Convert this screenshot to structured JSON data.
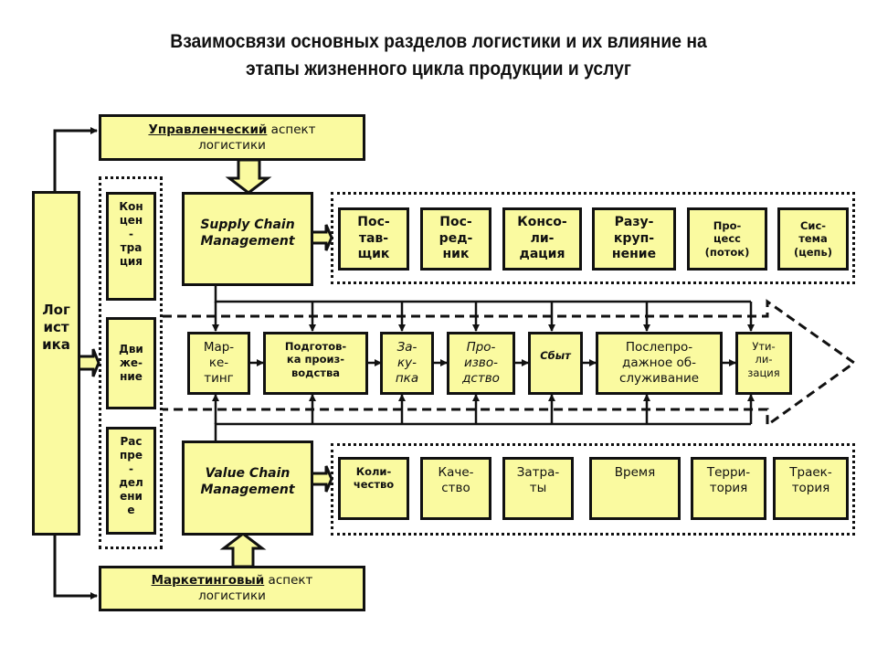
{
  "title": {
    "line1": "Взаимосвязи основных разделов логистики и их влияние на",
    "line2": "этапы жизненного цикла продукции и услуг"
  },
  "management_aspect": {
    "bold": "Управленческий",
    "rest": " аспект",
    "line2": "логистики"
  },
  "marketing_aspect": {
    "bold": "Маркетинговый",
    "rest": " аспект",
    "line2": "логистики"
  },
  "logistics": "Лог\nист\nика",
  "sections": [
    {
      "label": "Кон\nцен\n-\nтра\nция"
    },
    {
      "label": "Дви\nже-\nние"
    },
    {
      "label": "Рас\nпре\n-\nдел\nени\nе"
    }
  ],
  "supply_chain": "Supply Chain\nManagement",
  "value_chain": "Value Chain\nManagement",
  "supply_items": [
    "Пос-\nтав-\nщик",
    "Пос-\nред-\nник",
    "Консо-\nли-\nдация",
    "Разу-\nкруп-\nнение",
    "Про-\nцесс\n(поток)",
    "Сис-\nтема\n(цепь)"
  ],
  "value_items": [
    "Коли-\nчество",
    "Каче-\nство",
    "Затра-\nты",
    "Время",
    "Терри-\nтория",
    "Траек-\nтория"
  ],
  "lifecycle": [
    "Мар-\nке-\nтинг",
    "Подготов-\nка произ-\nводства",
    "За-\nку-\nпка",
    "Про-\nизво-\nдство",
    "Сбыт",
    "Послепро-\nдажное об-\nслуживание",
    "Ути-\nли-\nзация"
  ],
  "colors": {
    "box_fill": "#fafaa0",
    "stroke": "#111111"
  }
}
